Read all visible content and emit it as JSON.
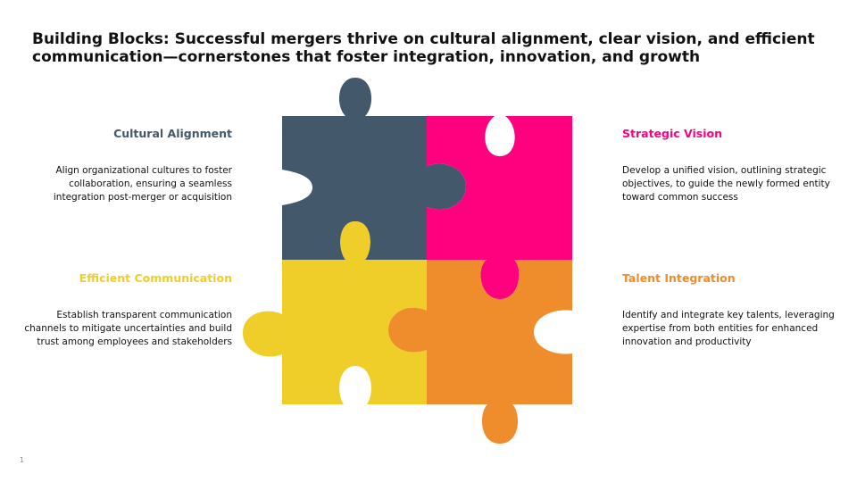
{
  "title": "Building Blocks: Successful mergers thrive on cultural alignment, clear vision, and efficient communication—cornerstones that foster integration, innovation, and growth",
  "colors": {
    "cultural": "#43596B",
    "strategic": "#FF007F",
    "communication": "#EFCE2A",
    "talent": "#EF8C2C"
  },
  "pieces": {
    "cultural": {
      "heading": "Cultural Alignment",
      "text": "Align organizational cultures to foster collaboration, ensuring a seamless integration post-merger or acquisition"
    },
    "strategic": {
      "heading": "Strategic Vision",
      "text": "Develop a unified vision, outlining strategic objectives, to guide the newly formed entity toward common success"
    },
    "communication": {
      "heading": "Efficient Communication",
      "text": "Establish transparent communication channels to mitigate uncertainties and build trust among employees and stakeholders"
    },
    "talent": {
      "heading": "Talent Integration",
      "text": "Identify and integrate key talents, leveraging expertise from both entities for enhanced innovation and productivity"
    }
  },
  "page_number": "1"
}
